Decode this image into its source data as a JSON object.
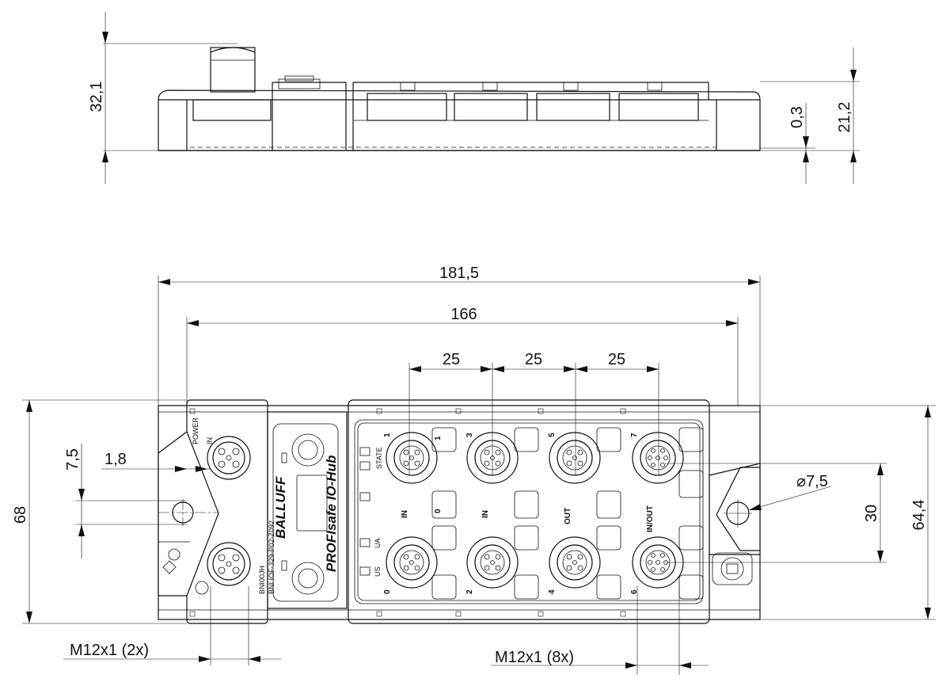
{
  "side_view": {
    "dim_height_total": "32,1",
    "dim_height_body": "21,2",
    "dim_offset": "0,3"
  },
  "top_view": {
    "dim_overall_length": "181,5",
    "dim_hole_spacing": "166",
    "dim_port_pitch": [
      "25",
      "25",
      "25"
    ],
    "dim_overall_width": "68",
    "dim_body_width": "64,4",
    "dim_port_row_spacing": "30",
    "dim_left_offset": "7,5",
    "dim_left_gap": "1,8",
    "dim_hole_diameter": "⌀7,5",
    "thread_power": "M12x1 (2x)",
    "thread_ports": "M12x1 (8x)"
  },
  "labels": {
    "power_in_1": "POWER",
    "power_in_2": "IN",
    "product_code": "BNI00JH",
    "part_number": "BNI IOF-329-P02-Z092",
    "brand": "BALLUFF",
    "product_name": "PROFIsafe IO-Hub",
    "port_in_a": "IN",
    "port_in_b": "IN",
    "port_out": "OUT",
    "port_inout": "IN/OUT",
    "state": "STATE",
    "ua": "UA",
    "us": "US",
    "port_nums_top": [
      "1",
      "3",
      "5",
      "7"
    ],
    "port_nums_bottom": [
      "0",
      "2",
      "4",
      "6"
    ],
    "pin_1": "1",
    "pin_0": "0"
  }
}
